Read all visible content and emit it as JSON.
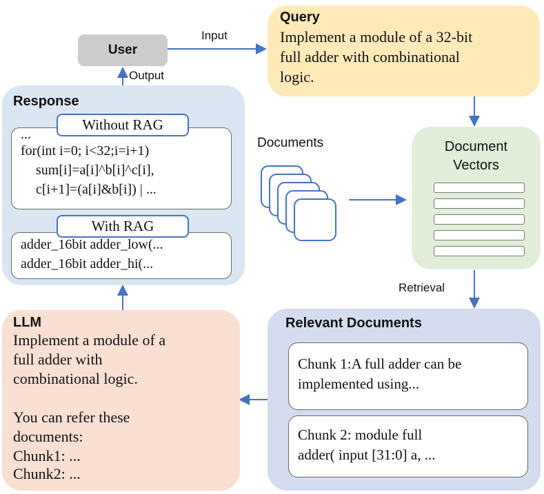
{
  "user": {
    "label": "User"
  },
  "flow": {
    "input_label": "Input",
    "output_label": "Output",
    "retrieval_label": "Retrieval"
  },
  "query": {
    "title": "Query",
    "lines": [
      "Implement a module of a 32-bit",
      "full adder with combinational",
      "logic."
    ]
  },
  "documents": {
    "label": "Documents"
  },
  "vectors": {
    "title_lines": [
      "Document",
      "Vectors"
    ]
  },
  "response": {
    "title": "Response",
    "without_rag": {
      "label": "Without RAG",
      "lines": [
        "...",
        "for(int i=0; i<32;i=i+1)",
        "sum[i]=a[i]^b[i]^c[i],",
        "c[i+1]=(a[i]&b[i]) | ..."
      ]
    },
    "with_rag": {
      "label": "With RAG",
      "lines": [
        "adder_16bit adder_low(...",
        "adder_16bit adder_hi(..."
      ]
    }
  },
  "relevant": {
    "title": "Relevant Documents",
    "chunks": [
      {
        "lines": [
          "Chunk 1:A full adder can be",
          "implemented using..."
        ]
      },
      {
        "lines": [
          "Chunk 2: module full",
          "adder( input [31:0] a, ..."
        ]
      }
    ]
  },
  "llm": {
    "title": "LLM",
    "lines": [
      "Implement a module of a",
      "full adder with",
      "combinational logic.",
      "",
      "You can refer these",
      "documents:",
      "Chunk1: ...",
      "Chunk2: ..."
    ]
  },
  "colors": {
    "arrow": "#4472c4",
    "user_box": "#cccccc",
    "query_panel": "#fdeab8",
    "vectors_panel": "#e2eed9",
    "response_panel": "#dbe6f3",
    "relevant_panel": "#d5dcef",
    "llm_panel": "#fae0d3"
  }
}
